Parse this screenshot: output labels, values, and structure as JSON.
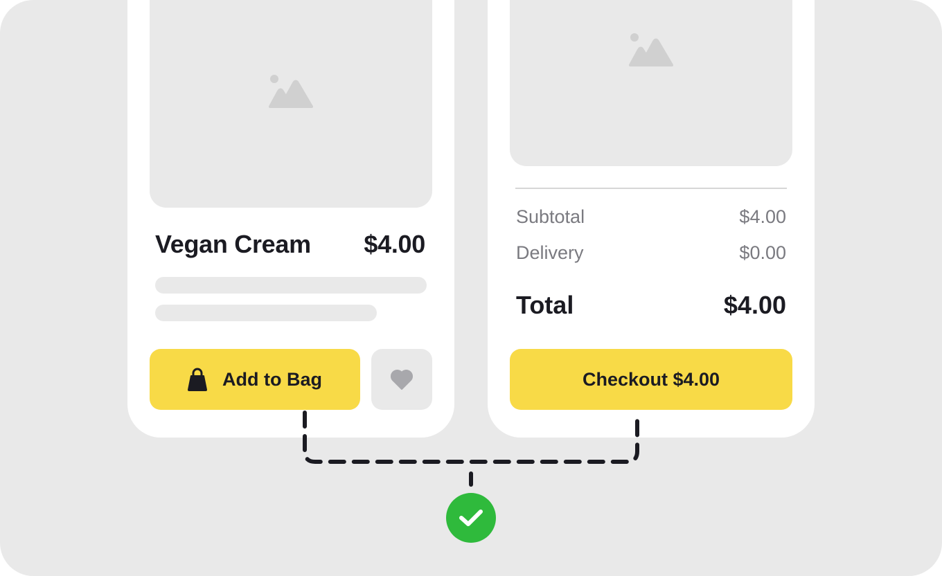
{
  "product": {
    "name": "Vegan Cream",
    "price": "$4.00",
    "add_to_bag_label": "Add to Bag"
  },
  "summary": {
    "subtotal_label": "Subtotal",
    "subtotal_value": "$4.00",
    "delivery_label": "Delivery",
    "delivery_value": "$0.00",
    "total_label": "Total",
    "total_value": "$4.00",
    "checkout_label": "Checkout $4.00"
  },
  "colors": {
    "background": "#e9e9e9",
    "card": "#ffffff",
    "accent_yellow": "#f8da47",
    "text_dark": "#1b1b22",
    "text_muted": "#7a7a80",
    "success_green": "#2fba3c"
  },
  "icons": [
    "image-placeholder-icon",
    "shopping-bag-icon",
    "heart-icon",
    "checkmark-icon"
  ]
}
